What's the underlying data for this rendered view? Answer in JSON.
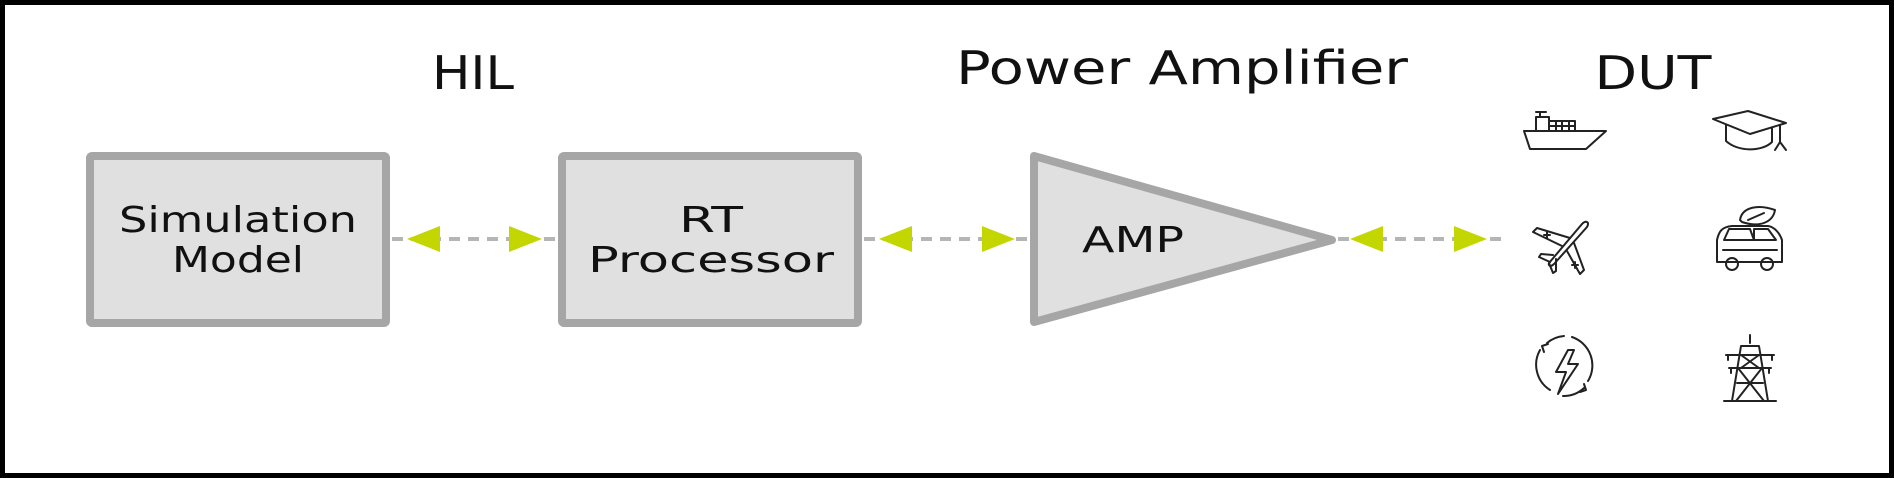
{
  "diagram": {
    "section_labels": {
      "hil": "HIL",
      "power_amplifier": "Power Amplifier",
      "dut": "DUT"
    },
    "blocks": {
      "simulation_model": [
        "Simulation",
        "Model"
      ],
      "rt_processor": [
        "RT",
        "Processor"
      ],
      "amp": "AMP"
    },
    "dut_icons": [
      "ship-icon",
      "graduation-cap-icon",
      "airplane-icon",
      "electric-car-icon",
      "renewable-energy-icon",
      "power-tower-icon"
    ],
    "colors": {
      "border": "#000000",
      "block_fill": "#e0e0e0",
      "block_stroke": "#a6a6a6",
      "arrow_green": "#c3d600",
      "dash_gray": "#b5b5b5",
      "text": "#111111",
      "icon": "#222222"
    }
  }
}
